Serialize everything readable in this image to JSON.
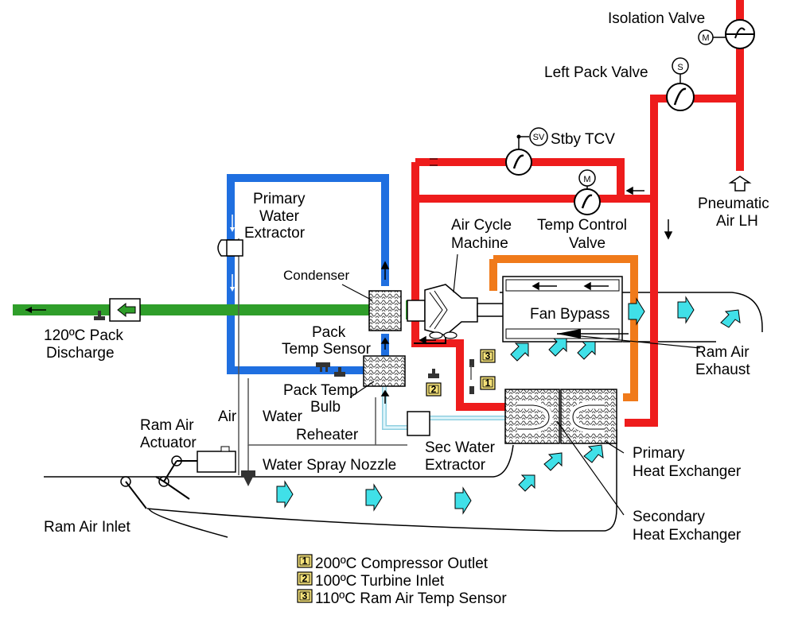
{
  "labels": {
    "isolation_valve": "Isolation Valve",
    "left_pack_valve": "Left Pack Valve",
    "stby_tcv": "Stby TCV",
    "pneumatic_1": "Pneumatic",
    "pneumatic_2": "Air LH",
    "primary_water_extractor_1": "Primary",
    "primary_water_extractor_2": "Water",
    "primary_water_extractor_3": "Extractor",
    "air_cycle_machine_1": "Air Cycle",
    "air_cycle_machine_2": "Machine",
    "temp_control_valve_1": "Temp Control",
    "temp_control_valve_2": "Valve",
    "condenser": "Condenser",
    "fan_bypass": "Fan Bypass",
    "pack_discharge_1": "120ºC Pack",
    "pack_discharge_2": "Discharge",
    "pack_temp_sensor_1": "Pack",
    "pack_temp_sensor_2": "Temp Sensor",
    "ram_air_exhaust_1": "Ram Air",
    "ram_air_exhaust_2": "Exhaust",
    "pack_temp_bulb_1": "Pack Temp",
    "pack_temp_bulb_2": "Bulb",
    "air": "Air",
    "water": "Water",
    "reheater": "Reheater",
    "ram_air_actuator_1": "Ram Air",
    "ram_air_actuator_2": "Actuator",
    "sec_water_extractor_1": "Sec Water",
    "sec_water_extractor_2": "Extractor",
    "water_spray_nozzle": "Water Spray Nozzle",
    "primary_hx_1": "Primary",
    "primary_hx_2": "Heat Exchanger",
    "secondary_hx_1": "Secondary",
    "secondary_hx_2": "Heat Exchanger",
    "ram_air_inlet": "Ram Air Inlet"
  },
  "valve_symbols": {
    "motor": "M",
    "solenoid": "S",
    "stby": "SV"
  },
  "sensor_badges": [
    {
      "num": "1",
      "text": "200ºC Compressor Outlet"
    },
    {
      "num": "2",
      "text": "100ºC Turbine Inlet"
    },
    {
      "num": "3",
      "text": "110ºC Ram Air Temp Sensor"
    }
  ],
  "colors": {
    "hot_bleed": "#ee1c1c",
    "compressor_outlet": "#f07a1a",
    "cold": "#1f6fe0",
    "cold_light": "#bde8f4",
    "discharge": "#2f9e2a",
    "ram_arrow": "#40e0e8",
    "badge": "#f5e27a"
  }
}
